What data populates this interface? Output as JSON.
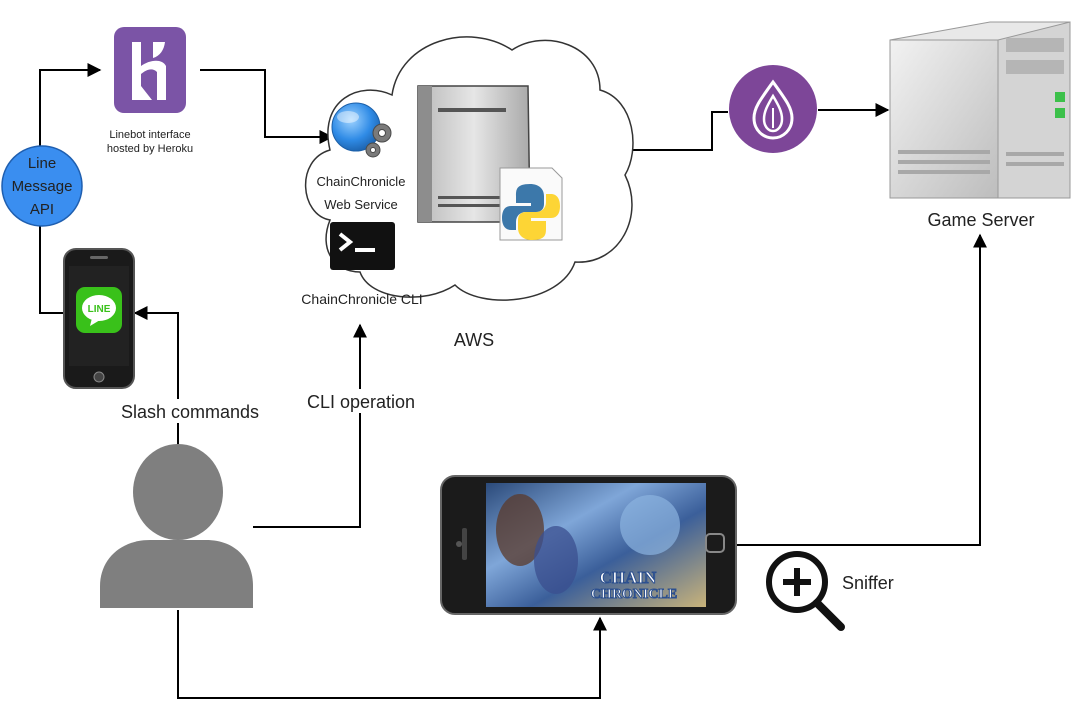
{
  "nodes": {
    "heroku": {
      "caption_line1": "Linebot interface",
      "caption_line2": "hosted by Heroku"
    },
    "line_api": {
      "line1": "Line",
      "line2": "Message",
      "line3": "API"
    },
    "line_app": {
      "label": "LINE"
    },
    "web_service": {
      "line1": "ChainChronicle",
      "line2": "Web Service"
    },
    "cli": {
      "label": "ChainChronicle CLI"
    },
    "aws": {
      "label": "AWS"
    },
    "game_server": {
      "label": "Game Server"
    },
    "game_app": {
      "line1": "CHAIN",
      "line2": "CHRONICLE"
    },
    "sniffer": {
      "label": "Sniffer"
    }
  },
  "edges": {
    "slash_commands": {
      "label": "Slash commands"
    },
    "cli_operation": {
      "label": "CLI operation"
    }
  },
  "colors": {
    "heroku": "#7b54a6",
    "tor": "#7d4698",
    "line_green": "#39c11a",
    "api_blue": "#3a8ef0",
    "person_gray": "#7f7f7f",
    "server_gray": "#c8c8c8",
    "terminal": "#111111"
  }
}
